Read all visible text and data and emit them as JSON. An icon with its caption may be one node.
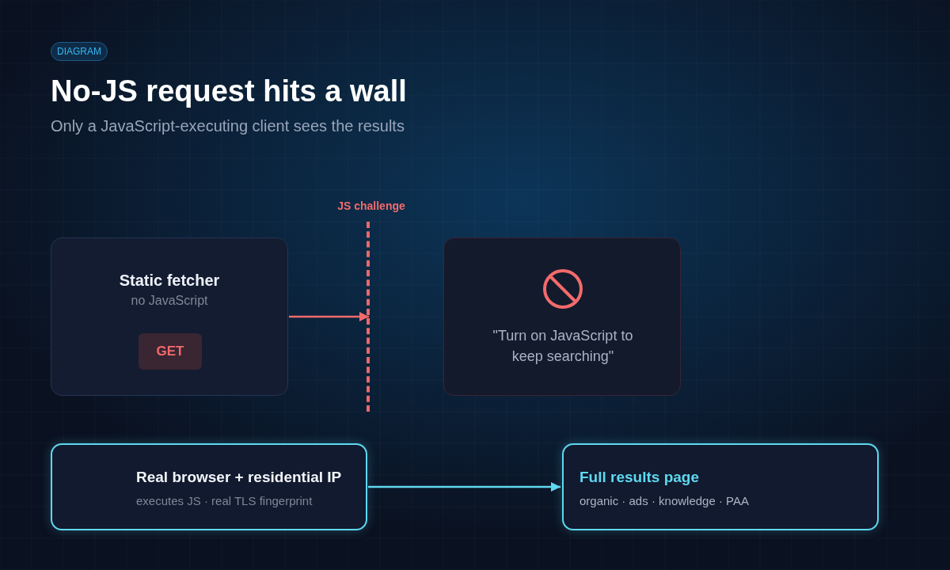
{
  "diagram": {
    "title": "No-JS request hits a wall",
    "nodes": [
      {
        "text": [
          "Static fetcher",
          "no JavaScript"
        ]
      },
      {
        "text": [
          "GET"
        ],
        "in": 0
      },
      {
        "text": [
          "JS challenge"
        ]
      },
      {
        "text": [
          "\"Turn on JavaScript to keep searching\""
        ]
      },
      {
        "text": [
          "Real browser + residential IP",
          "executes JS · real TLS fingerprint"
        ]
      },
      {
        "text": [
          "Full results page",
          "organic · ads · knowledge · PAA"
        ]
      }
    ],
    "edges": [
      {
        "from": 0,
        "to": 2,
        "arrow": "to",
        "color": "#f26b6b"
      },
      {
        "from": 4,
        "to": 5,
        "arrow": "to",
        "color": "#5fd8f0"
      }
    ],
    "labels": [
      "DIAGRAM",
      "Only a JavaScript-executing client sees the results"
    ]
  }
}
